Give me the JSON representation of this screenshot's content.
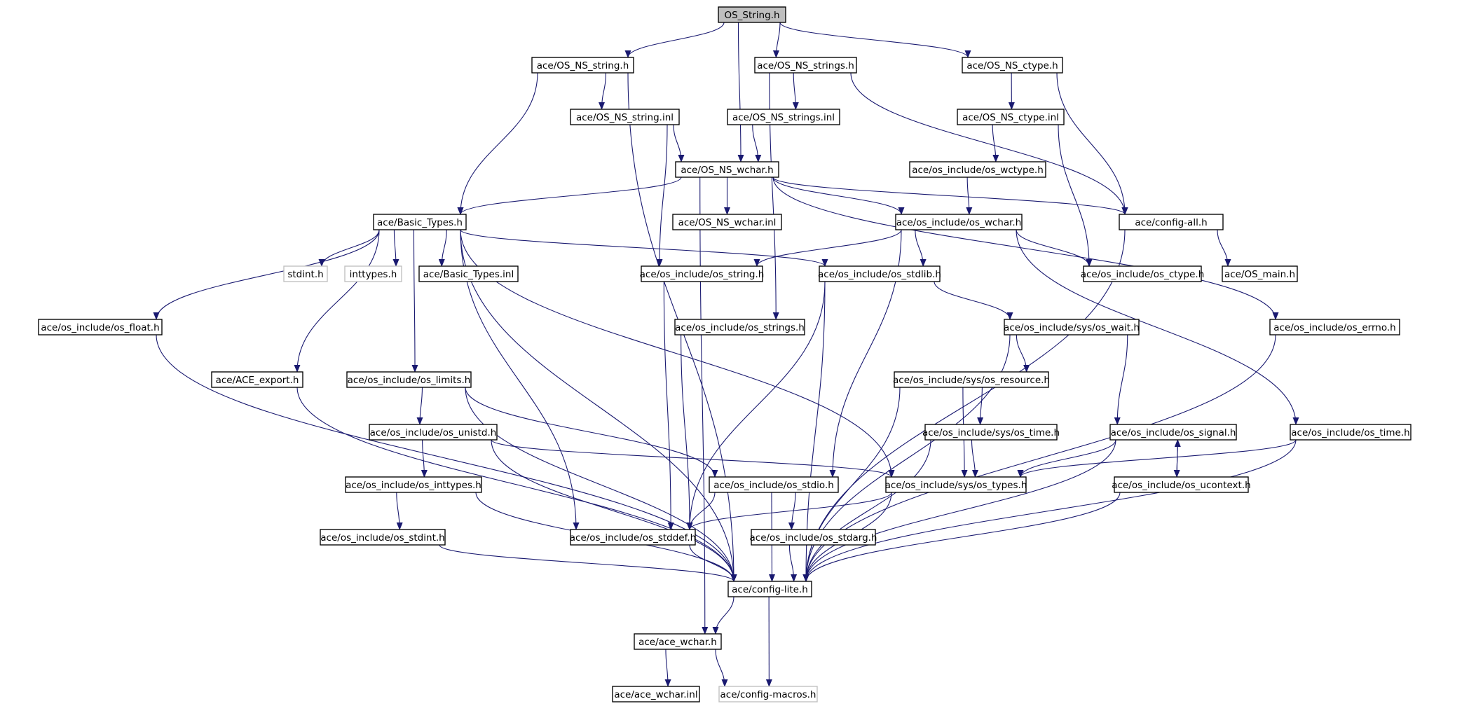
{
  "graph": {
    "edge_color": "#191970",
    "root_fill": "#bfbfbf",
    "external_stroke": "#bfbfbf",
    "nodes": [
      {
        "id": "n0",
        "label": "OS_String.h",
        "style": "root"
      },
      {
        "id": "n1",
        "label": "ace/OS_NS_string.h",
        "style": "normal"
      },
      {
        "id": "n2",
        "label": "ace/OS_NS_strings.h",
        "style": "normal"
      },
      {
        "id": "n3",
        "label": "ace/OS_NS_ctype.h",
        "style": "normal"
      },
      {
        "id": "n4",
        "label": "ace/OS_NS_string.inl",
        "style": "normal"
      },
      {
        "id": "n5",
        "label": "ace/OS_NS_strings.inl",
        "style": "normal"
      },
      {
        "id": "n6",
        "label": "ace/OS_NS_ctype.inl",
        "style": "normal"
      },
      {
        "id": "n7",
        "label": "ace/OS_NS_wchar.h",
        "style": "normal"
      },
      {
        "id": "n8",
        "label": "ace/os_include/os_wctype.h",
        "style": "normal"
      },
      {
        "id": "n9",
        "label": "ace/Basic_Types.h",
        "style": "normal"
      },
      {
        "id": "n10",
        "label": "ace/OS_NS_wchar.inl",
        "style": "normal"
      },
      {
        "id": "n11",
        "label": "ace/os_include/os_wchar.h",
        "style": "normal"
      },
      {
        "id": "n12",
        "label": "ace/config-all.h",
        "style": "normal"
      },
      {
        "id": "n13",
        "label": "stdint.h",
        "style": "external"
      },
      {
        "id": "n14",
        "label": "inttypes.h",
        "style": "external"
      },
      {
        "id": "n15",
        "label": "ace/Basic_Types.inl",
        "style": "normal"
      },
      {
        "id": "n16",
        "label": "ace/os_include/os_string.h",
        "style": "normal"
      },
      {
        "id": "n17",
        "label": "ace/os_include/os_stdlib.h",
        "style": "normal"
      },
      {
        "id": "n18",
        "label": "ace/os_include/os_ctype.h",
        "style": "normal"
      },
      {
        "id": "n19",
        "label": "ace/OS_main.h",
        "style": "normal"
      },
      {
        "id": "n20",
        "label": "ace/os_include/os_float.h",
        "style": "normal"
      },
      {
        "id": "n21",
        "label": "ace/os_include/os_strings.h",
        "style": "normal"
      },
      {
        "id": "n22",
        "label": "ace/os_include/sys/os_wait.h",
        "style": "normal"
      },
      {
        "id": "n23",
        "label": "ace/os_include/os_errno.h",
        "style": "normal"
      },
      {
        "id": "n24",
        "label": "ace/ACE_export.h",
        "style": "normal"
      },
      {
        "id": "n25",
        "label": "ace/os_include/os_limits.h",
        "style": "normal"
      },
      {
        "id": "n26",
        "label": "ace/os_include/sys/os_resource.h",
        "style": "normal"
      },
      {
        "id": "n27",
        "label": "ace/os_include/os_unistd.h",
        "style": "normal"
      },
      {
        "id": "n28",
        "label": "ace/os_include/sys/os_time.h",
        "style": "normal"
      },
      {
        "id": "n29",
        "label": "ace/os_include/os_signal.h",
        "style": "normal"
      },
      {
        "id": "n30",
        "label": "ace/os_include/os_time.h",
        "style": "normal"
      },
      {
        "id": "n31",
        "label": "ace/os_include/os_inttypes.h",
        "style": "normal"
      },
      {
        "id": "n32",
        "label": "ace/os_include/os_stdio.h",
        "style": "normal"
      },
      {
        "id": "n33",
        "label": "ace/os_include/sys/os_types.h",
        "style": "normal"
      },
      {
        "id": "n34",
        "label": "ace/os_include/os_ucontext.h",
        "style": "normal"
      },
      {
        "id": "n35",
        "label": "ace/os_include/os_stdint.h",
        "style": "normal"
      },
      {
        "id": "n36",
        "label": "ace/os_include/os_stddef.h",
        "style": "normal"
      },
      {
        "id": "n37",
        "label": "ace/os_include/os_stdarg.h",
        "style": "normal"
      },
      {
        "id": "n38",
        "label": "ace/config-lite.h",
        "style": "normal"
      },
      {
        "id": "n39",
        "label": "ace/ace_wchar.h",
        "style": "normal"
      },
      {
        "id": "n40",
        "label": "ace/ace_wchar.inl",
        "style": "normal"
      },
      {
        "id": "n41",
        "label": "ace/config-macros.h",
        "style": "external"
      }
    ],
    "edges": [
      {
        "from": "n0",
        "to": "n1"
      },
      {
        "from": "n0",
        "to": "n2"
      },
      {
        "from": "n0",
        "to": "n3"
      },
      {
        "from": "n0",
        "to": "n7"
      },
      {
        "from": "n1",
        "to": "n4"
      },
      {
        "from": "n1",
        "to": "n9"
      },
      {
        "from": "n1",
        "to": "n38"
      },
      {
        "from": "n2",
        "to": "n5"
      },
      {
        "from": "n2",
        "to": "n21"
      },
      {
        "from": "n2",
        "to": "n12"
      },
      {
        "from": "n3",
        "to": "n6"
      },
      {
        "from": "n3",
        "to": "n12"
      },
      {
        "from": "n4",
        "to": "n7"
      },
      {
        "from": "n4",
        "to": "n16"
      },
      {
        "from": "n5",
        "to": "n7"
      },
      {
        "from": "n6",
        "to": "n8"
      },
      {
        "from": "n6",
        "to": "n18"
      },
      {
        "from": "n8",
        "to": "n11"
      },
      {
        "from": "n7",
        "to": "n9"
      },
      {
        "from": "n7",
        "to": "n10"
      },
      {
        "from": "n7",
        "to": "n11"
      },
      {
        "from": "n7",
        "to": "n12"
      },
      {
        "from": "n7",
        "to": "n39"
      },
      {
        "from": "n7",
        "to": "n23"
      },
      {
        "from": "n9",
        "to": "n13"
      },
      {
        "from": "n9",
        "to": "n14"
      },
      {
        "from": "n9",
        "to": "n15"
      },
      {
        "from": "n9",
        "to": "n20"
      },
      {
        "from": "n9",
        "to": "n24"
      },
      {
        "from": "n9",
        "to": "n25"
      },
      {
        "from": "n9",
        "to": "n36"
      },
      {
        "from": "n9",
        "to": "n38"
      },
      {
        "from": "n9",
        "to": "n33"
      },
      {
        "from": "n9",
        "to": "n17"
      },
      {
        "from": "n11",
        "to": "n16"
      },
      {
        "from": "n11",
        "to": "n17"
      },
      {
        "from": "n11",
        "to": "n18"
      },
      {
        "from": "n11",
        "to": "n32"
      },
      {
        "from": "n11",
        "to": "n30"
      },
      {
        "from": "n12",
        "to": "n19"
      },
      {
        "from": "n12",
        "to": "n38"
      },
      {
        "from": "n16",
        "to": "n36"
      },
      {
        "from": "n17",
        "to": "n22"
      },
      {
        "from": "n17",
        "to": "n36"
      },
      {
        "from": "n17",
        "to": "n38"
      },
      {
        "from": "n20",
        "to": "n38"
      },
      {
        "from": "n21",
        "to": "n36"
      },
      {
        "from": "n22",
        "to": "n26"
      },
      {
        "from": "n22",
        "to": "n29"
      },
      {
        "from": "n22",
        "to": "n38"
      },
      {
        "from": "n23",
        "to": "n38"
      },
      {
        "from": "n24",
        "to": "n38"
      },
      {
        "from": "n25",
        "to": "n27"
      },
      {
        "from": "n25",
        "to": "n32"
      },
      {
        "from": "n25",
        "to": "n38"
      },
      {
        "from": "n26",
        "to": "n28"
      },
      {
        "from": "n26",
        "to": "n33"
      },
      {
        "from": "n26",
        "to": "n38"
      },
      {
        "from": "n27",
        "to": "n31"
      },
      {
        "from": "n27",
        "to": "n33"
      },
      {
        "from": "n27",
        "to": "n38"
      },
      {
        "from": "n28",
        "to": "n33"
      },
      {
        "from": "n28",
        "to": "n38"
      },
      {
        "from": "n29",
        "to": "n34"
      },
      {
        "from": "n29",
        "to": "n33"
      },
      {
        "from": "n29",
        "to": "n38"
      },
      {
        "from": "n34",
        "to": "n29"
      },
      {
        "from": "n34",
        "to": "n38"
      },
      {
        "from": "n30",
        "to": "n33"
      },
      {
        "from": "n30",
        "to": "n38"
      },
      {
        "from": "n31",
        "to": "n35"
      },
      {
        "from": "n31",
        "to": "n38"
      },
      {
        "from": "n32",
        "to": "n36"
      },
      {
        "from": "n32",
        "to": "n37"
      },
      {
        "from": "n32",
        "to": "n38"
      },
      {
        "from": "n33",
        "to": "n36"
      },
      {
        "from": "n33",
        "to": "n38"
      },
      {
        "from": "n35",
        "to": "n38"
      },
      {
        "from": "n36",
        "to": "n38"
      },
      {
        "from": "n37",
        "to": "n38"
      },
      {
        "from": "n38",
        "to": "n39"
      },
      {
        "from": "n38",
        "to": "n41"
      },
      {
        "from": "n39",
        "to": "n40"
      },
      {
        "from": "n39",
        "to": "n41"
      }
    ]
  }
}
